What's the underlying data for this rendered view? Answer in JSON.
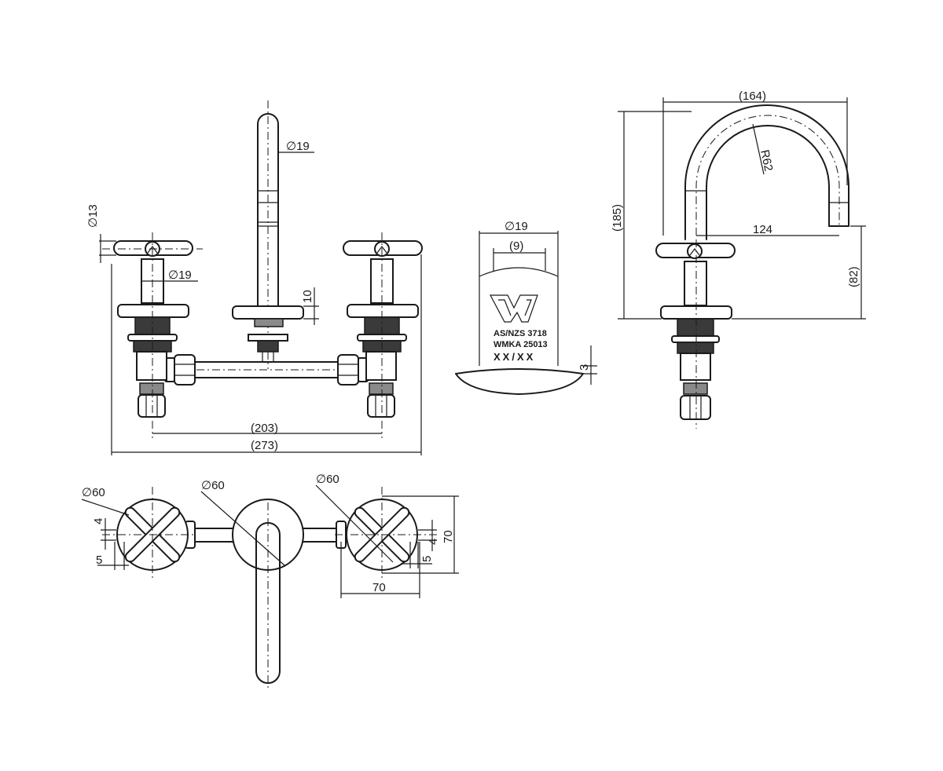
{
  "front_view": {
    "dims": {
      "handle_diameter": "∅13",
      "spout_diameter": "∅19",
      "stem_diameter": "∅19",
      "flange_height": "10",
      "inner_spacing": "(203)",
      "overall_width": "(273)"
    }
  },
  "flow_insert": {
    "outer_diameter": "∅19",
    "inner_diameter": "(9)",
    "marking_line_1": "AS/NZS 3718",
    "marking_line_2": "WMKA 25013",
    "marking_line_3": "XX/XX",
    "thickness": "3"
  },
  "side_view": {
    "reach": "(164)",
    "radius": "R62",
    "height": "(185)",
    "spout_offset": "124",
    "outlet_height": "(82)"
  },
  "plan_view": {
    "left_handle_diameter": "∅60",
    "spout_diameter": "∅60",
    "right_handle_diameter": "∅60",
    "left_dim_a": "4",
    "left_dim_b": "5",
    "right_dim_a": "4",
    "right_dim_b": "5",
    "handle_depth": "70",
    "handle_width": "70"
  }
}
